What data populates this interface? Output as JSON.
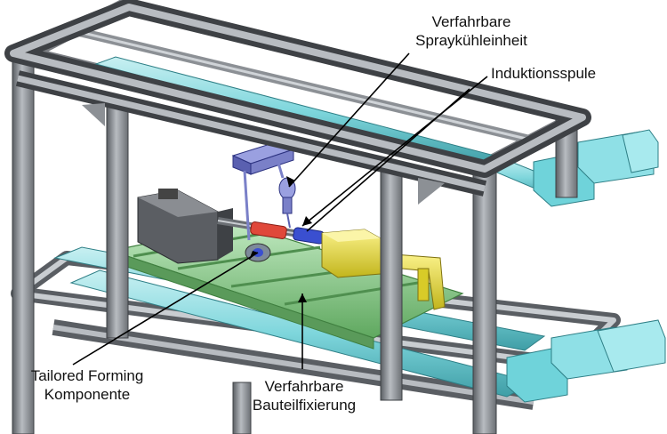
{
  "labels": {
    "spray_cooling_line1": "Verfahrbare",
    "spray_cooling_line2": "Spraykühleinheit",
    "induction_coil": "Induktionsspule",
    "component_line1": "Tailored Forming",
    "component_line2": "Komponente",
    "fixture_line1": "Verfahrbare",
    "fixture_line2": "Bauteilfixierung"
  },
  "colors": {
    "frame": "#8c9095",
    "frame_dark": "#4a4e53",
    "rail": "#7ed6dc",
    "motor": "#6fd3da",
    "green_table": "#8fcf8f",
    "yellow_clamp": "#e9dc3a",
    "red_part": "#e0483a",
    "blue_part": "#3a4fd0",
    "spray_unit": "#7a80c8",
    "leader": "#000000"
  }
}
